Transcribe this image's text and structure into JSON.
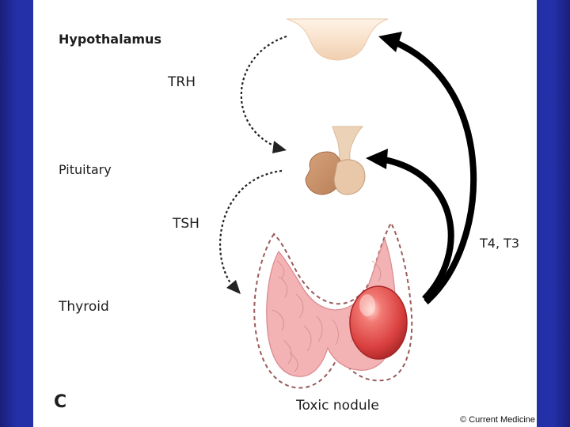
{
  "labels": {
    "hypothalamus": "Hypothalamus",
    "trh": "TRH",
    "pituitary": "Pituitary",
    "tsh": "TSH",
    "thyroid": "Thyroid",
    "t4t3": "T4, T3",
    "toxic_nodule": "Toxic nodule",
    "panel": "C",
    "copyright": "© Current Medicine"
  },
  "icons": [
    "hypothalamus-shape",
    "pituitary-gland",
    "thyroid-gland",
    "toxic-nodule"
  ],
  "colors": {
    "background": "#2734b4",
    "panel": "#ffffff",
    "hypothalamus": "#f6dcc3",
    "pituitary": "#c8936c",
    "thyroid": "#f3b2b4",
    "nodule": "#e04848",
    "arrow": "#000000",
    "dashed_outline": "#9a5a5a"
  }
}
